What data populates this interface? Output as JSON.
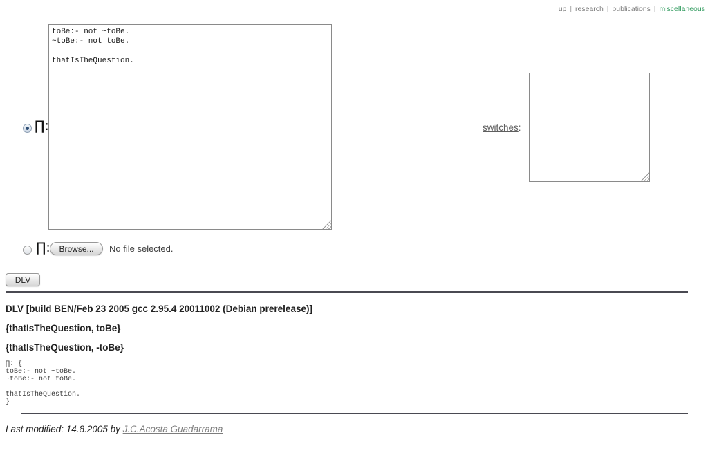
{
  "nav": {
    "separator": "|",
    "items": [
      {
        "label": "up"
      },
      {
        "label": "research"
      },
      {
        "label": "publications"
      },
      {
        "label": "miscellaneous"
      }
    ]
  },
  "form": {
    "program_radio_label": "∏:",
    "program_text": "toBe:- not ~toBe.\n~toBe:- not toBe.\n\nthatIsTheQuestion.\n",
    "switches_label": "switches",
    "switches_colon": ":",
    "switches_text": "",
    "file_radio_label": "∏:",
    "browse_button_label": "Browse...",
    "file_status": "No file selected.",
    "submit_label": "DLV"
  },
  "output": {
    "version_line": "DLV [build BEN/Feb 23 2005 gcc 2.95.4 20011002 (Debian prerelease)]",
    "answer_sets": [
      "{thatIsTheQuestion, toBe}",
      "{thatIsTheQuestion, -toBe}"
    ],
    "program_echo": "∏: {\ntoBe:- not ~toBe.\n~toBe:- not toBe.\n\nthatIsTheQuestion.\n}"
  },
  "footer": {
    "last_modified_prefix": "Last modified: 14.8.2005 by ",
    "author_link": "J.C.Acosta Guadarrama"
  },
  "colors": {
    "link_gray": "#7d7d7d",
    "nav_current_green": "#2f9a5d"
  }
}
